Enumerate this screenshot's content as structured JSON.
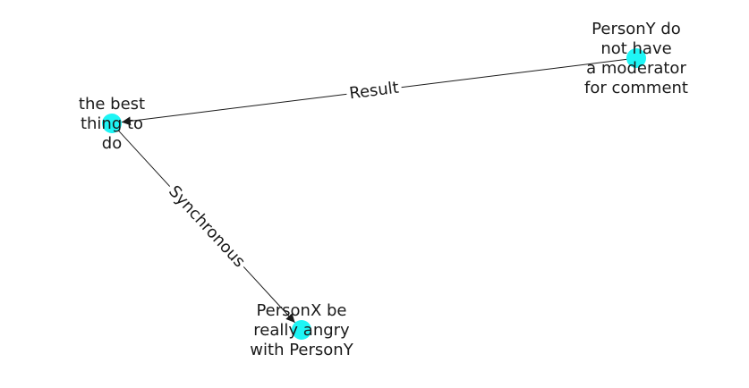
{
  "graph": {
    "node_color": "#1ef5f5",
    "edge_color": "#1a1a1a",
    "label_color": "#1a1a1a",
    "nodes": [
      {
        "id": "personx",
        "lines": [
          "PersonX be",
          "really angry",
          "with PersonY"
        ]
      },
      {
        "id": "best",
        "lines": [
          "the best",
          "thing to",
          "do"
        ]
      },
      {
        "id": "persony",
        "lines": [
          "PersonY do",
          "not have",
          "a moderator",
          "for comment"
        ]
      }
    ],
    "edges": [
      {
        "from": "persony",
        "to": "best",
        "label": "Result"
      },
      {
        "from": "best",
        "to": "personx",
        "label": "Synchronous"
      }
    ]
  }
}
